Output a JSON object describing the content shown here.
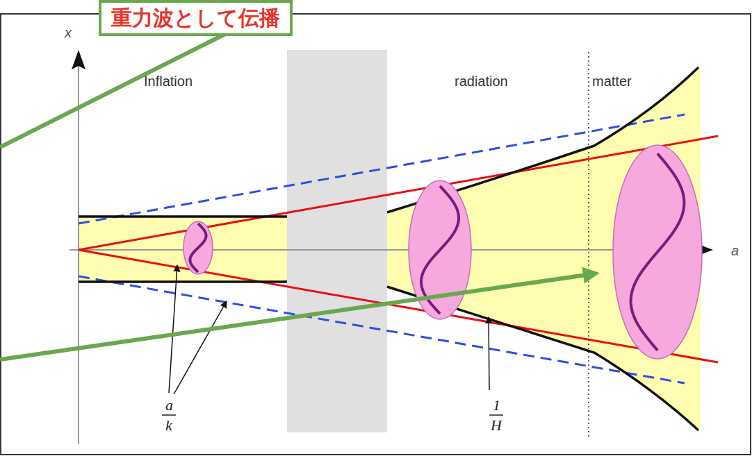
{
  "diagram": {
    "nodes": [
      {
        "text": [
          "重力波として伝播"
        ]
      }
    ],
    "labels": [
      "x",
      "Inflation",
      "radiation",
      "matter",
      "a",
      "a",
      "k",
      "1",
      "H"
    ]
  }
}
